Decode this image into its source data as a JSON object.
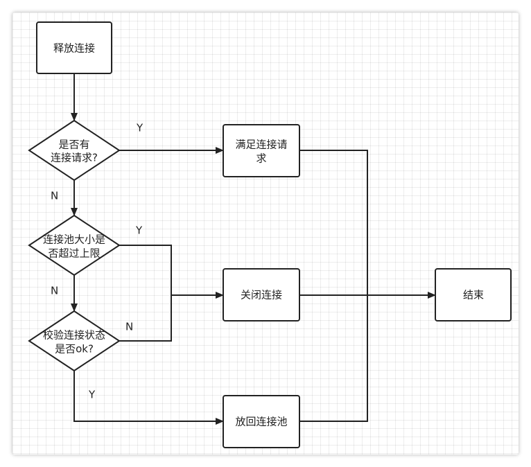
{
  "nodes": {
    "release": "释放连接",
    "has_request_1": "是否有",
    "has_request_2": "连接请求?",
    "satisfy_1": "满足连接请",
    "satisfy_2": "求",
    "pool_size_1": "连接池大小是",
    "pool_size_2": "否超过上限",
    "close": "关闭连接",
    "validate_1": "校验连接状态",
    "validate_2": "是否ok?",
    "return_pool": "放回连接池",
    "end": "结束"
  },
  "edge_labels": {
    "has_request_yes": "Y",
    "has_request_no": "N",
    "pool_size_yes": "Y",
    "pool_size_no": "N",
    "validate_no": "N",
    "validate_yes": "Y"
  },
  "colors": {
    "stroke": "#222222",
    "fill": "#ffffff",
    "grid": "#e6e6e6"
  }
}
